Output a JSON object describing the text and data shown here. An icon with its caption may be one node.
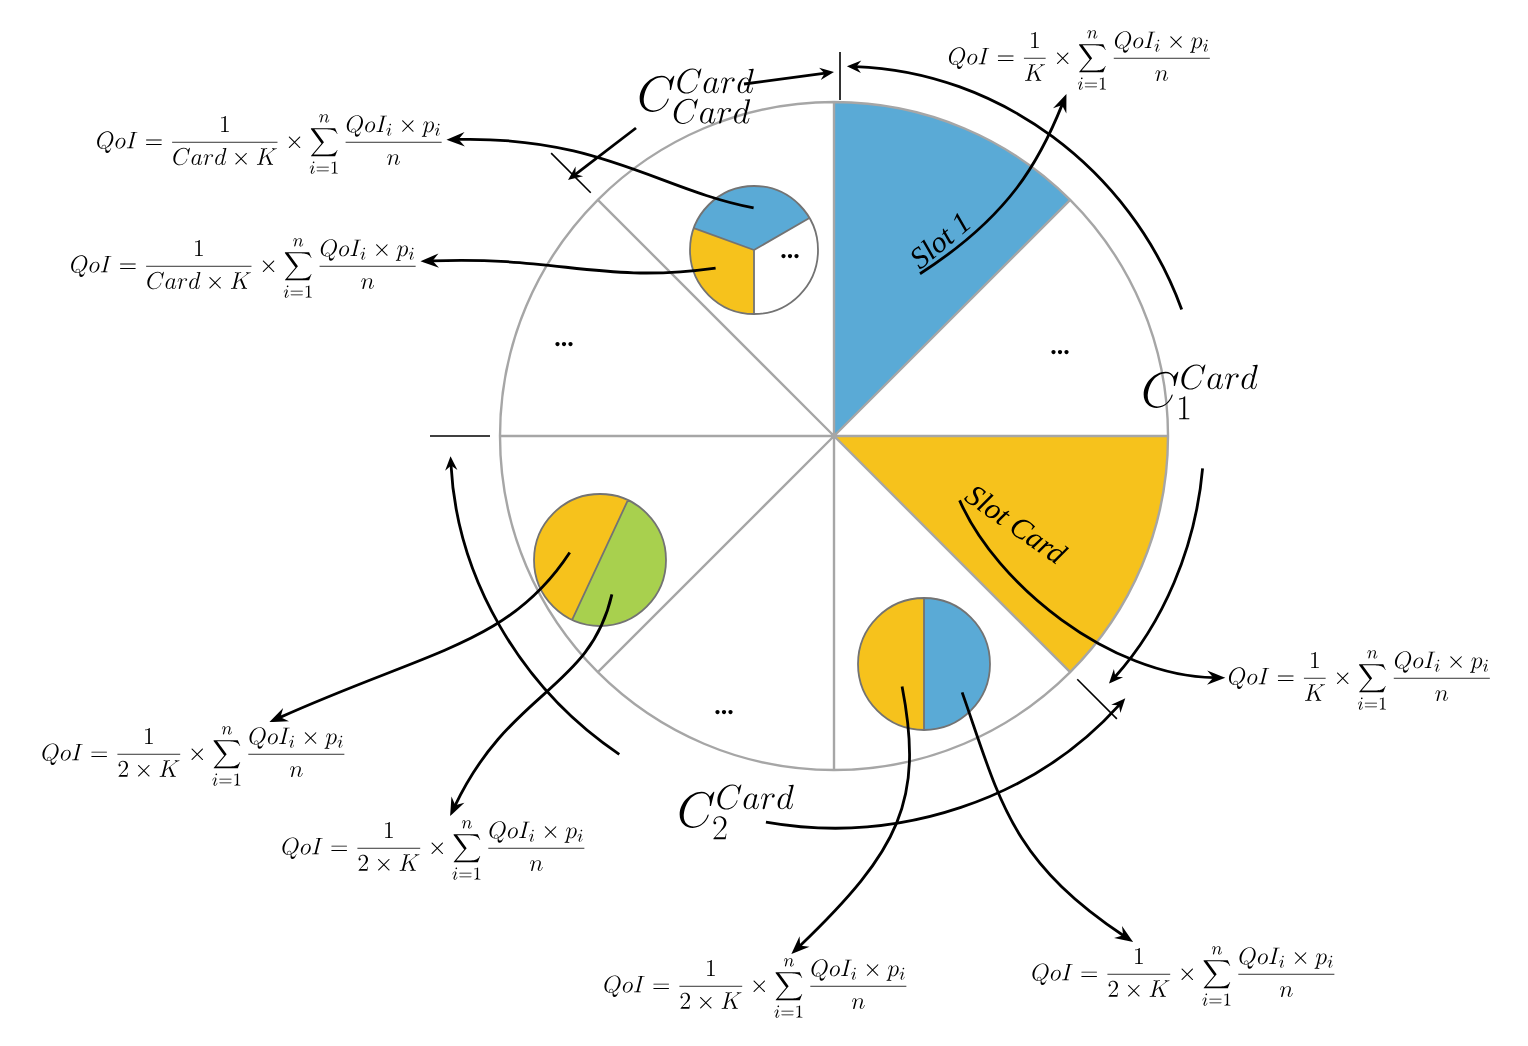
{
  "diagram": {
    "nodes": [
      {
        "text": [
          "QoI=\\frac{1}{Card\\times K}\\times\\sum_{i=1}^{n}\\frac{QoI_i\\times p_i}{n}"
        ]
      },
      {
        "text": [
          "QoI=\\frac{1}{Card\\times K}\\times\\sum_{i=1}^{n}\\frac{QoI_i\\times p_i}{n}"
        ]
      },
      {
        "text": [
          "QoI=\\frac{1}{K}\\times\\sum_{i=1}^{n}\\frac{QoI_i\\times p_i}{n}"
        ]
      },
      {
        "text": [
          "QoI=\\frac{1}{K}\\times\\sum_{i=1}^{n}\\frac{QoI_i\\times p_i}{n}"
        ]
      },
      {
        "text": [
          "QoI=\\frac{1}{2\\times K}\\times\\sum_{i=1}^{n}\\frac{QoI_i\\times p_i}{n}"
        ]
      },
      {
        "text": [
          "QoI=\\frac{1}{2\\times K}\\times\\sum_{i=1}^{n}\\frac{QoI_i\\times p_i}{n}"
        ]
      },
      {
        "text": [
          "QoI=\\frac{1}{2\\times K}\\times\\sum_{i=1}^{n}\\frac{QoI_i\\times p_i}{n}"
        ]
      },
      {
        "text": [
          "QoI=\\frac{1}{2\\times K}\\times\\sum_{i=1}^{n}\\frac{QoI_i\\times p_i}{n}"
        ]
      },
      {
        "text": [
          "Slot 1"
        ]
      },
      {
        "text": [
          "Slot Card"
        ]
      },
      {
        "text": [],
        "shape": "sector"
      },
      {
        "text": [],
        "shape": "sector"
      },
      {
        "text": [],
        "shape": "sector"
      },
      {
        "text": [],
        "shape": "sector"
      },
      {
        "text": [],
        "shape": "sector"
      },
      {
        "text": [],
        "shape": "sector"
      }
    ],
    "edges": [
      {
        "from": 10,
        "to": 0,
        "arrow": "to"
      },
      {
        "from": 11,
        "to": 1,
        "arrow": "to"
      },
      {
        "from": 8,
        "to": 2,
        "arrow": "to"
      },
      {
        "from": 9,
        "to": 3,
        "arrow": "to"
      },
      {
        "from": 12,
        "to": 4,
        "arrow": "to"
      },
      {
        "from": 13,
        "to": 5,
        "arrow": "to"
      },
      {
        "from": 14,
        "to": 6,
        "arrow": "to"
      },
      {
        "from": 15,
        "to": 7,
        "arrow": "to"
      }
    ],
    "labels": [
      "C_{Card}^{Card}",
      "...",
      "...",
      "...",
      "C_{1}^{Card}",
      "...",
      "C_{2}^{Card}"
    ]
  }
}
